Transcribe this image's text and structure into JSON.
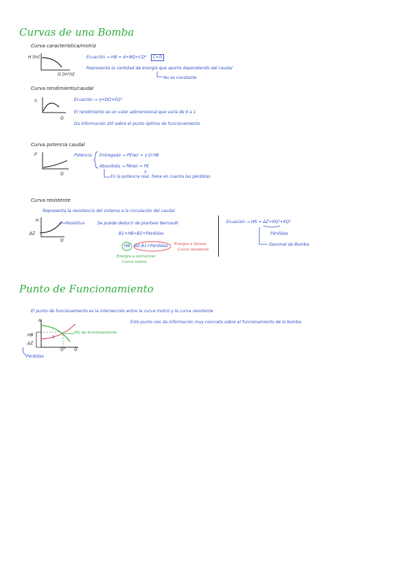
{
  "title1": "Curvas de una Bomba",
  "sec1": {
    "heading": "Curva característica/motriz",
    "y_label": "H [m]",
    "x_label": "Q [m³/s]",
    "equation": "Ecuación → HB = A+BQ+CQ²",
    "box": "C<0",
    "desc": "Representa la cantidad de energía que aporta dependiendo del caudal",
    "note": "No es constante"
  },
  "sec2": {
    "heading": "Curva rendimiento/caudal",
    "y_label": "η",
    "x_label": "Q",
    "equation": "Ecuación → η=DQ+EQ²",
    "line1": "El rendimiento es un valor adimensional que varía de 0 a 1",
    "line2": "Da información útil sobre el punto óptimo de funcionamiento"
  },
  "sec3": {
    "heading": "Curva potencia caudal",
    "y_label": "P",
    "x_label": "Q",
    "potencia": "Potencia",
    "entregada": "Entregada → PE(w) = γ·Q·HB",
    "absorbida": "Absorbida → PA(w) = PE",
    "denom": "η",
    "note": "En la potencia real, tiene en cuenta las pérdidas"
  },
  "sec4": {
    "heading": "Curva resistente",
    "desc": "Representa la resistencia del sistema a la circulación del caudal",
    "y_label": "H",
    "dz_label": "ΔZ",
    "x_label": "Q",
    "resistiva": "Resistiva",
    "bernoulli": "Se puede deducir de plantear Bernoulli",
    "eq1": "B1+HB=B2+Pérdidas",
    "hb": "HB",
    "eq2": "B2-B1+Pérdidas",
    "energia_motriz1": "Energía a comunicar",
    "energia_motriz2": "Curva motriz",
    "energia_vencer1": "Energía a Vencer",
    "energia_vencer2": "Curva resistente",
    "ecuacion_r": "Ecuación → HR = ΔZ+RQ²+KQ²",
    "perdidas": "Pérdidas",
    "desnivel": "Desnivel de Bomba"
  },
  "title2": "Punto de Funcionamiento",
  "sec5": {
    "desc": "El punto de funcionamiento es la intersección entre la curva motriz y la curva resistente",
    "desc2": "Este punto nos da información muy concreta sobre el funcionamiento de la bomba",
    "y_label": "H",
    "hb_label": "HB",
    "dz_label": "ΔZ",
    "x_label": "Q",
    "q0_label": "Q°",
    "pto": "Pto de funcionamiento",
    "perdidas": "Pérdidas"
  },
  "colors": {
    "green": "#2fae3a",
    "blue": "#2f4fc9",
    "red": "#e0484e",
    "ink": "#222222"
  }
}
